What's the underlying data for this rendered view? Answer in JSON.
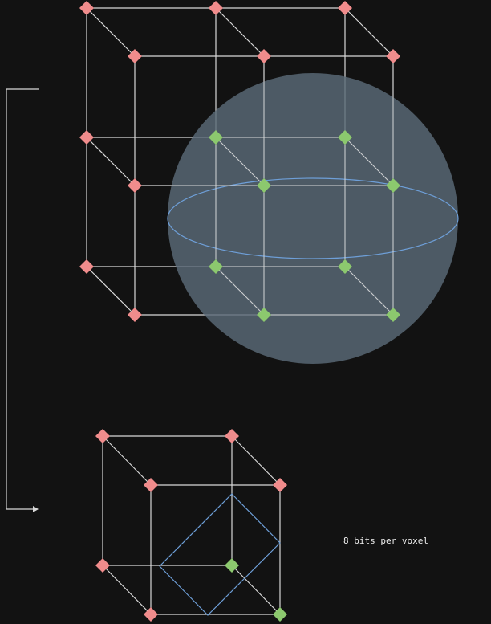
{
  "caption": "8 bits per voxel",
  "colors": {
    "background": "#121212",
    "edge": "#d8d8d8",
    "vertex_outside": "#f08c8c",
    "vertex_inside": "#8cc86e",
    "sphere_fill": "#5a6a78",
    "surface_outline": "#6e9fd8"
  },
  "grid": {
    "vertices_inside": [
      "1,1,0",
      "1,1,1",
      "2,1,0",
      "2,1,1",
      "1,2,0",
      "1,2,1",
      "2,2,0",
      "2,2,1"
    ]
  },
  "single_cube": {
    "vertices_inside": [
      "1,1,0",
      "1,1,1"
    ]
  }
}
